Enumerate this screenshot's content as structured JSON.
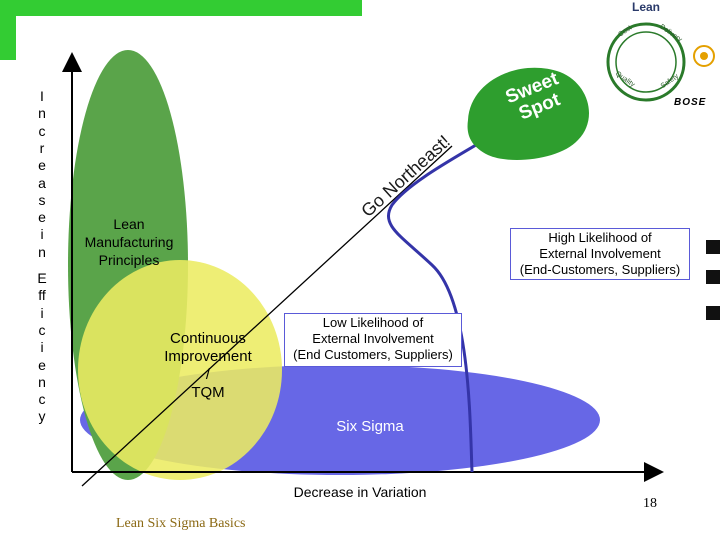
{
  "y_axis_label_top": [
    "I",
    "n",
    "c",
    "r",
    "e",
    "a",
    "s",
    "e",
    "i",
    "n"
  ],
  "y_axis_label_bottom": [
    "E",
    "ff",
    "i",
    "c",
    "i",
    "e",
    "n",
    "c",
    "y"
  ],
  "x_axis_label": "Decrease in Variation",
  "regions": {
    "lean": [
      "Lean",
      "Manufacturing",
      "Principles"
    ],
    "continuous_improvement": [
      "Continuous",
      "Improvement",
      "/",
      "TQM"
    ],
    "six_sigma": "Six Sigma"
  },
  "path_text": "Go Northeast!",
  "sweet_spot": [
    "Sweet",
    "Spot"
  ],
  "high_involvement_box": [
    "High Likelihood of",
    "External Involvement",
    "(End-Customers, Suppliers)"
  ],
  "low_involvement_box": [
    "Low Likelihood of",
    "External Involvement",
    "(End Customers, Suppliers)"
  ],
  "logo": {
    "title": "Lean",
    "ring_words": [
      "Cost",
      "Delivery",
      "Quality",
      "Safety"
    ],
    "brand": "BOSE"
  },
  "footer": "Lean Six Sigma Basics",
  "page_number": "18",
  "colors": {
    "top_bar": "#33cc33",
    "green_ellipse": "#5aa44a",
    "yellow_ellipse": "#ecec62",
    "blue_ellipse": "#6767e6",
    "path": "#3434a8",
    "sweet_spot_fill": "#2e9e2e",
    "footer_text": "#8b6914"
  }
}
